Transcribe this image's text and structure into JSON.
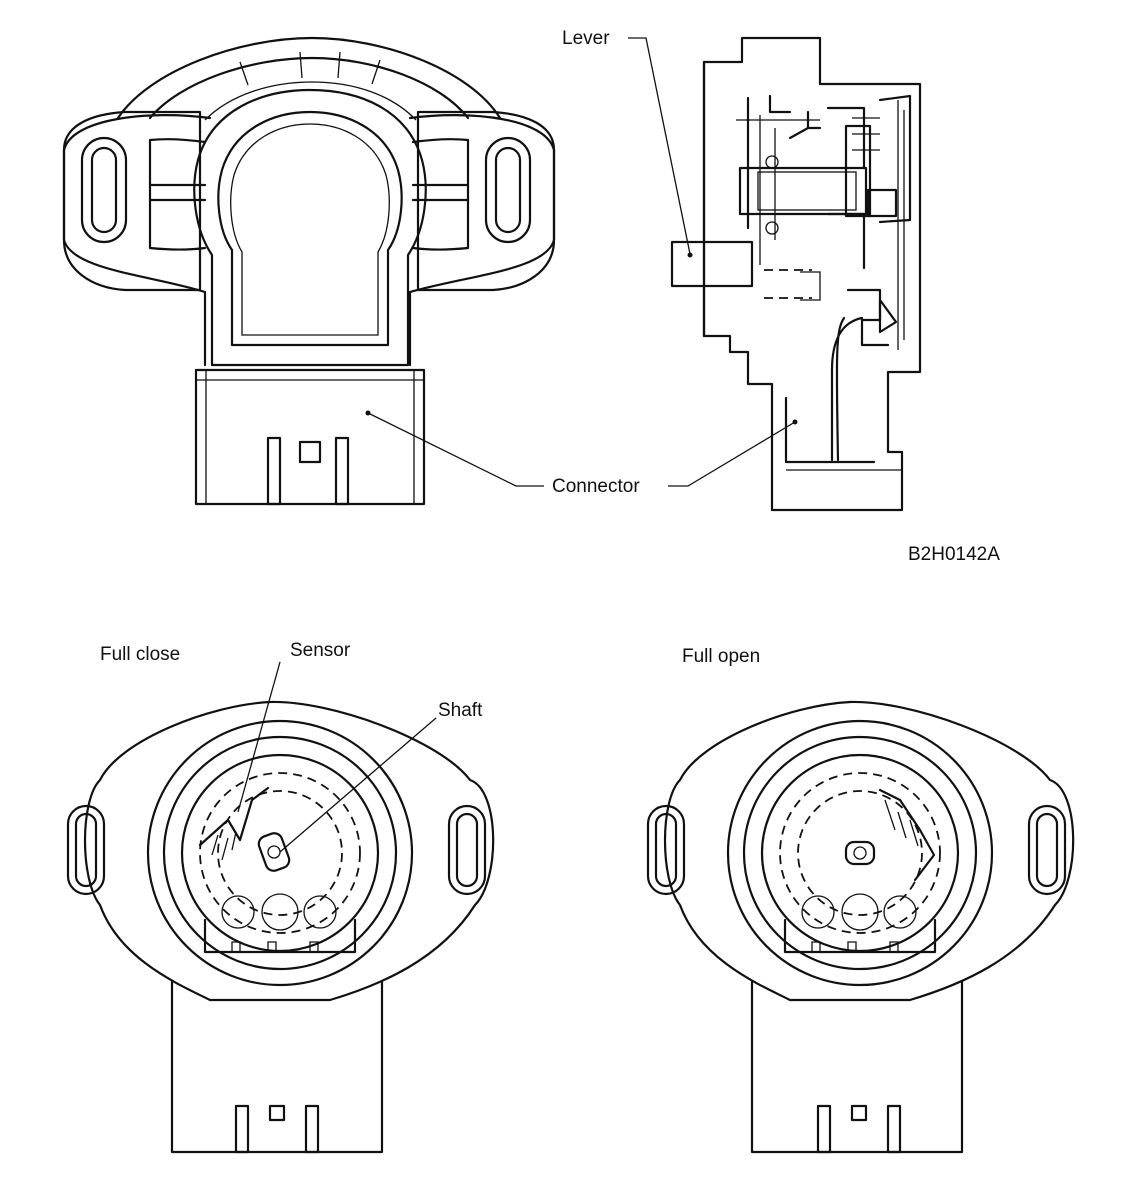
{
  "labels": {
    "lever": "Lever",
    "connector": "Connector",
    "figure_code": "B2H0142A",
    "full_close": "Full close",
    "full_open": "Full open",
    "sensor": "Sensor",
    "shaft": "Shaft"
  }
}
